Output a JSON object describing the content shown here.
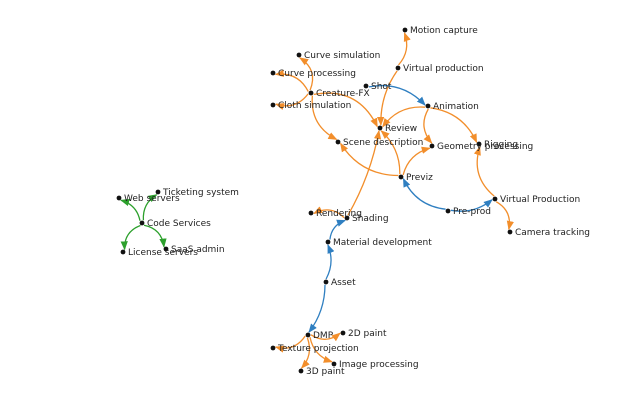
{
  "colors": {
    "orange": "#f28e2b",
    "blue": "#2f7fc1",
    "green": "#2ca02c",
    "node": "#111111",
    "label": "#222222"
  },
  "nodes": [
    {
      "id": "motion_capture",
      "label": "Motion capture"
    },
    {
      "id": "curve_simulation",
      "label": "Curve simulation"
    },
    {
      "id": "virtual_production",
      "label": "Virtual production"
    },
    {
      "id": "curve_processing",
      "label": "Curve processing"
    },
    {
      "id": "shot",
      "label": "Shot"
    },
    {
      "id": "creature_fx",
      "label": "Creature-FX"
    },
    {
      "id": "cloth_simulation",
      "label": "Cloth simulation"
    },
    {
      "id": "animation",
      "label": "Animation"
    },
    {
      "id": "review",
      "label": "Review"
    },
    {
      "id": "scene_description",
      "label": "Scene description"
    },
    {
      "id": "rigging",
      "label": "Rigging"
    },
    {
      "id": "geometry_processing",
      "label": "Geometry processing"
    },
    {
      "id": "previz",
      "label": "Previz"
    },
    {
      "id": "ticketing_system",
      "label": "Ticketing system"
    },
    {
      "id": "web_servers",
      "label": "Web servers"
    },
    {
      "id": "virtual_production_2",
      "label": "Virtual Production"
    },
    {
      "id": "pre_prod",
      "label": "Pre-prod"
    },
    {
      "id": "rendering",
      "label": "Rendering"
    },
    {
      "id": "shading",
      "label": "Shading"
    },
    {
      "id": "code_services",
      "label": "Code Services"
    },
    {
      "id": "camera_tracking",
      "label": "Camera tracking"
    },
    {
      "id": "material_development",
      "label": "Material development"
    },
    {
      "id": "saas_admin",
      "label": "SaaS admin"
    },
    {
      "id": "license_servers",
      "label": "License servers"
    },
    {
      "id": "asset",
      "label": "Asset"
    },
    {
      "id": "dmp",
      "label": "DMP"
    },
    {
      "id": "paint_2d",
      "label": "2D paint"
    },
    {
      "id": "texture_projection",
      "label": "Texture projection"
    },
    {
      "id": "image_processing",
      "label": "Image processing"
    },
    {
      "id": "paint_3d",
      "label": "3D paint"
    }
  ],
  "edges": [
    {
      "from": "virtual_production",
      "to": "motion_capture",
      "color": "orange"
    },
    {
      "from": "virtual_production",
      "to": "review",
      "color": "orange"
    },
    {
      "from": "creature_fx",
      "to": "curve_simulation",
      "color": "orange"
    },
    {
      "from": "creature_fx",
      "to": "curve_processing",
      "color": "orange"
    },
    {
      "from": "creature_fx",
      "to": "cloth_simulation",
      "color": "orange"
    },
    {
      "from": "creature_fx",
      "to": "review",
      "color": "orange"
    },
    {
      "from": "creature_fx",
      "to": "scene_description",
      "color": "orange"
    },
    {
      "from": "shot",
      "to": "animation",
      "color": "blue"
    },
    {
      "from": "animation",
      "to": "review",
      "color": "orange"
    },
    {
      "from": "animation",
      "to": "geometry_processing",
      "color": "orange"
    },
    {
      "from": "animation",
      "to": "rigging",
      "color": "orange"
    },
    {
      "from": "previz",
      "to": "review",
      "color": "orange"
    },
    {
      "from": "previz",
      "to": "geometry_processing",
      "color": "orange"
    },
    {
      "from": "previz",
      "to": "scene_description",
      "color": "orange"
    },
    {
      "from": "pre_prod",
      "to": "previz",
      "color": "blue"
    },
    {
      "from": "pre_prod",
      "to": "virtual_production_2",
      "color": "blue"
    },
    {
      "from": "virtual_production_2",
      "to": "rigging",
      "color": "orange"
    },
    {
      "from": "virtual_production_2",
      "to": "camera_tracking",
      "color": "orange"
    },
    {
      "from": "shading",
      "to": "rendering",
      "color": "orange"
    },
    {
      "from": "shading",
      "to": "review",
      "color": "orange"
    },
    {
      "from": "material_development",
      "to": "shading",
      "color": "blue"
    },
    {
      "from": "asset",
      "to": "material_development",
      "color": "blue"
    },
    {
      "from": "asset",
      "to": "dmp",
      "color": "blue"
    },
    {
      "from": "dmp",
      "to": "paint_2d",
      "color": "orange"
    },
    {
      "from": "dmp",
      "to": "texture_projection",
      "color": "orange"
    },
    {
      "from": "dmp",
      "to": "image_processing",
      "color": "orange"
    },
    {
      "from": "dmp",
      "to": "paint_3d",
      "color": "orange"
    },
    {
      "from": "code_services",
      "to": "ticketing_system",
      "color": "green"
    },
    {
      "from": "code_services",
      "to": "web_servers",
      "color": "green"
    },
    {
      "from": "code_services",
      "to": "saas_admin",
      "color": "green"
    },
    {
      "from": "code_services",
      "to": "license_servers",
      "color": "green"
    }
  ]
}
